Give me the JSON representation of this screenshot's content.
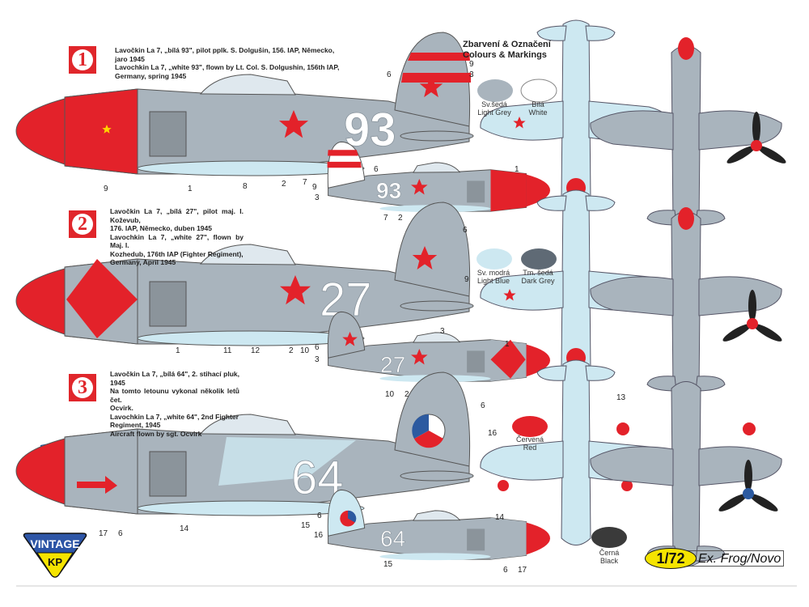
{
  "legend": {
    "title_cz": "Zbarvení & Označení",
    "title_en": "Colours & Markings"
  },
  "schemes": [
    {
      "number": "1",
      "lines": [
        "Lavočkin La 7, „bílá 93\", pilot pplk. S. Dolgušin, 156. IAP, Německo,",
        "jaro 1945",
        "Lavochkin La 7, „white 93\", flown by Lt. Col. S. Dolgushin, 156th IAP,",
        "Germany, spring 1945"
      ],
      "code": "93",
      "callouts_large": [
        "6",
        "9",
        "3",
        "9",
        "1",
        "8",
        "2",
        "7"
      ],
      "callouts_small": [
        "6",
        "9",
        "3",
        "7",
        "2"
      ],
      "callouts_bottom": [
        "1"
      ]
    },
    {
      "number": "2",
      "lines": [
        "Lavočkin La 7, „bílá 27\", pilot maj. I. Koževub,",
        "176. IAP, Německo, duben 1945",
        "Lavochkin La 7, „white 27\", flown by Maj. I.",
        "Kozhedub, 176th IAP (Fighter Regiment),",
        "Germany, April 1945"
      ],
      "code": "27",
      "callouts_large": [
        "6",
        "9",
        "1",
        "11",
        "12",
        "2",
        "10",
        "3"
      ],
      "callouts_small": [
        "6",
        "3",
        "10",
        "2"
      ],
      "callouts_bottom": [
        "1"
      ]
    },
    {
      "number": "3",
      "lines": [
        "Lavočkin La 7, „bílá 64\", 2. stihací pluk, 1945",
        "Na tomto letounu vykonal několik letů čet.",
        "Ocvirk.",
        "Lavochkin La 7, „white 64\", 2nd Fighter",
        "Regiment, 1945",
        "Aircraft flown by sgt. Ocvirk"
      ],
      "code": "64",
      "callouts_large": [
        "6",
        "16",
        "17",
        "6",
        "14",
        "15"
      ],
      "callouts_small": [
        "6",
        "16",
        "15",
        "6",
        "17"
      ],
      "callouts_bottom": [
        "14"
      ],
      "callouts_top": [
        "13"
      ]
    }
  ],
  "swatches": [
    {
      "cz": "Sv.šedá",
      "en": "Light Grey",
      "color": "#a9b4bd"
    },
    {
      "cz": "Bílá",
      "en": "White",
      "color": "#ffffff"
    },
    {
      "cz": "Sv. modrá",
      "en": "Light Blue",
      "color": "#cde8f1"
    },
    {
      "cz": "Tm. šedá",
      "en": "Dark Grey",
      "color": "#5f6a75"
    },
    {
      "cz": "Červená",
      "en": "Red",
      "color": "#e3222a"
    },
    {
      "cz": "Černá",
      "en": "Black",
      "color": "#3a3a3a"
    }
  ],
  "scale": {
    "ratio": "1/72",
    "note": "Ex. Frog/Novo"
  },
  "logo": {
    "top": "VINTAGE",
    "bottom": "KP"
  },
  "colors": {
    "red": "#e3222a",
    "grey": "#a9b4bd",
    "light_blue": "#cde8f1",
    "dark_grey": "#5f6a75"
  }
}
